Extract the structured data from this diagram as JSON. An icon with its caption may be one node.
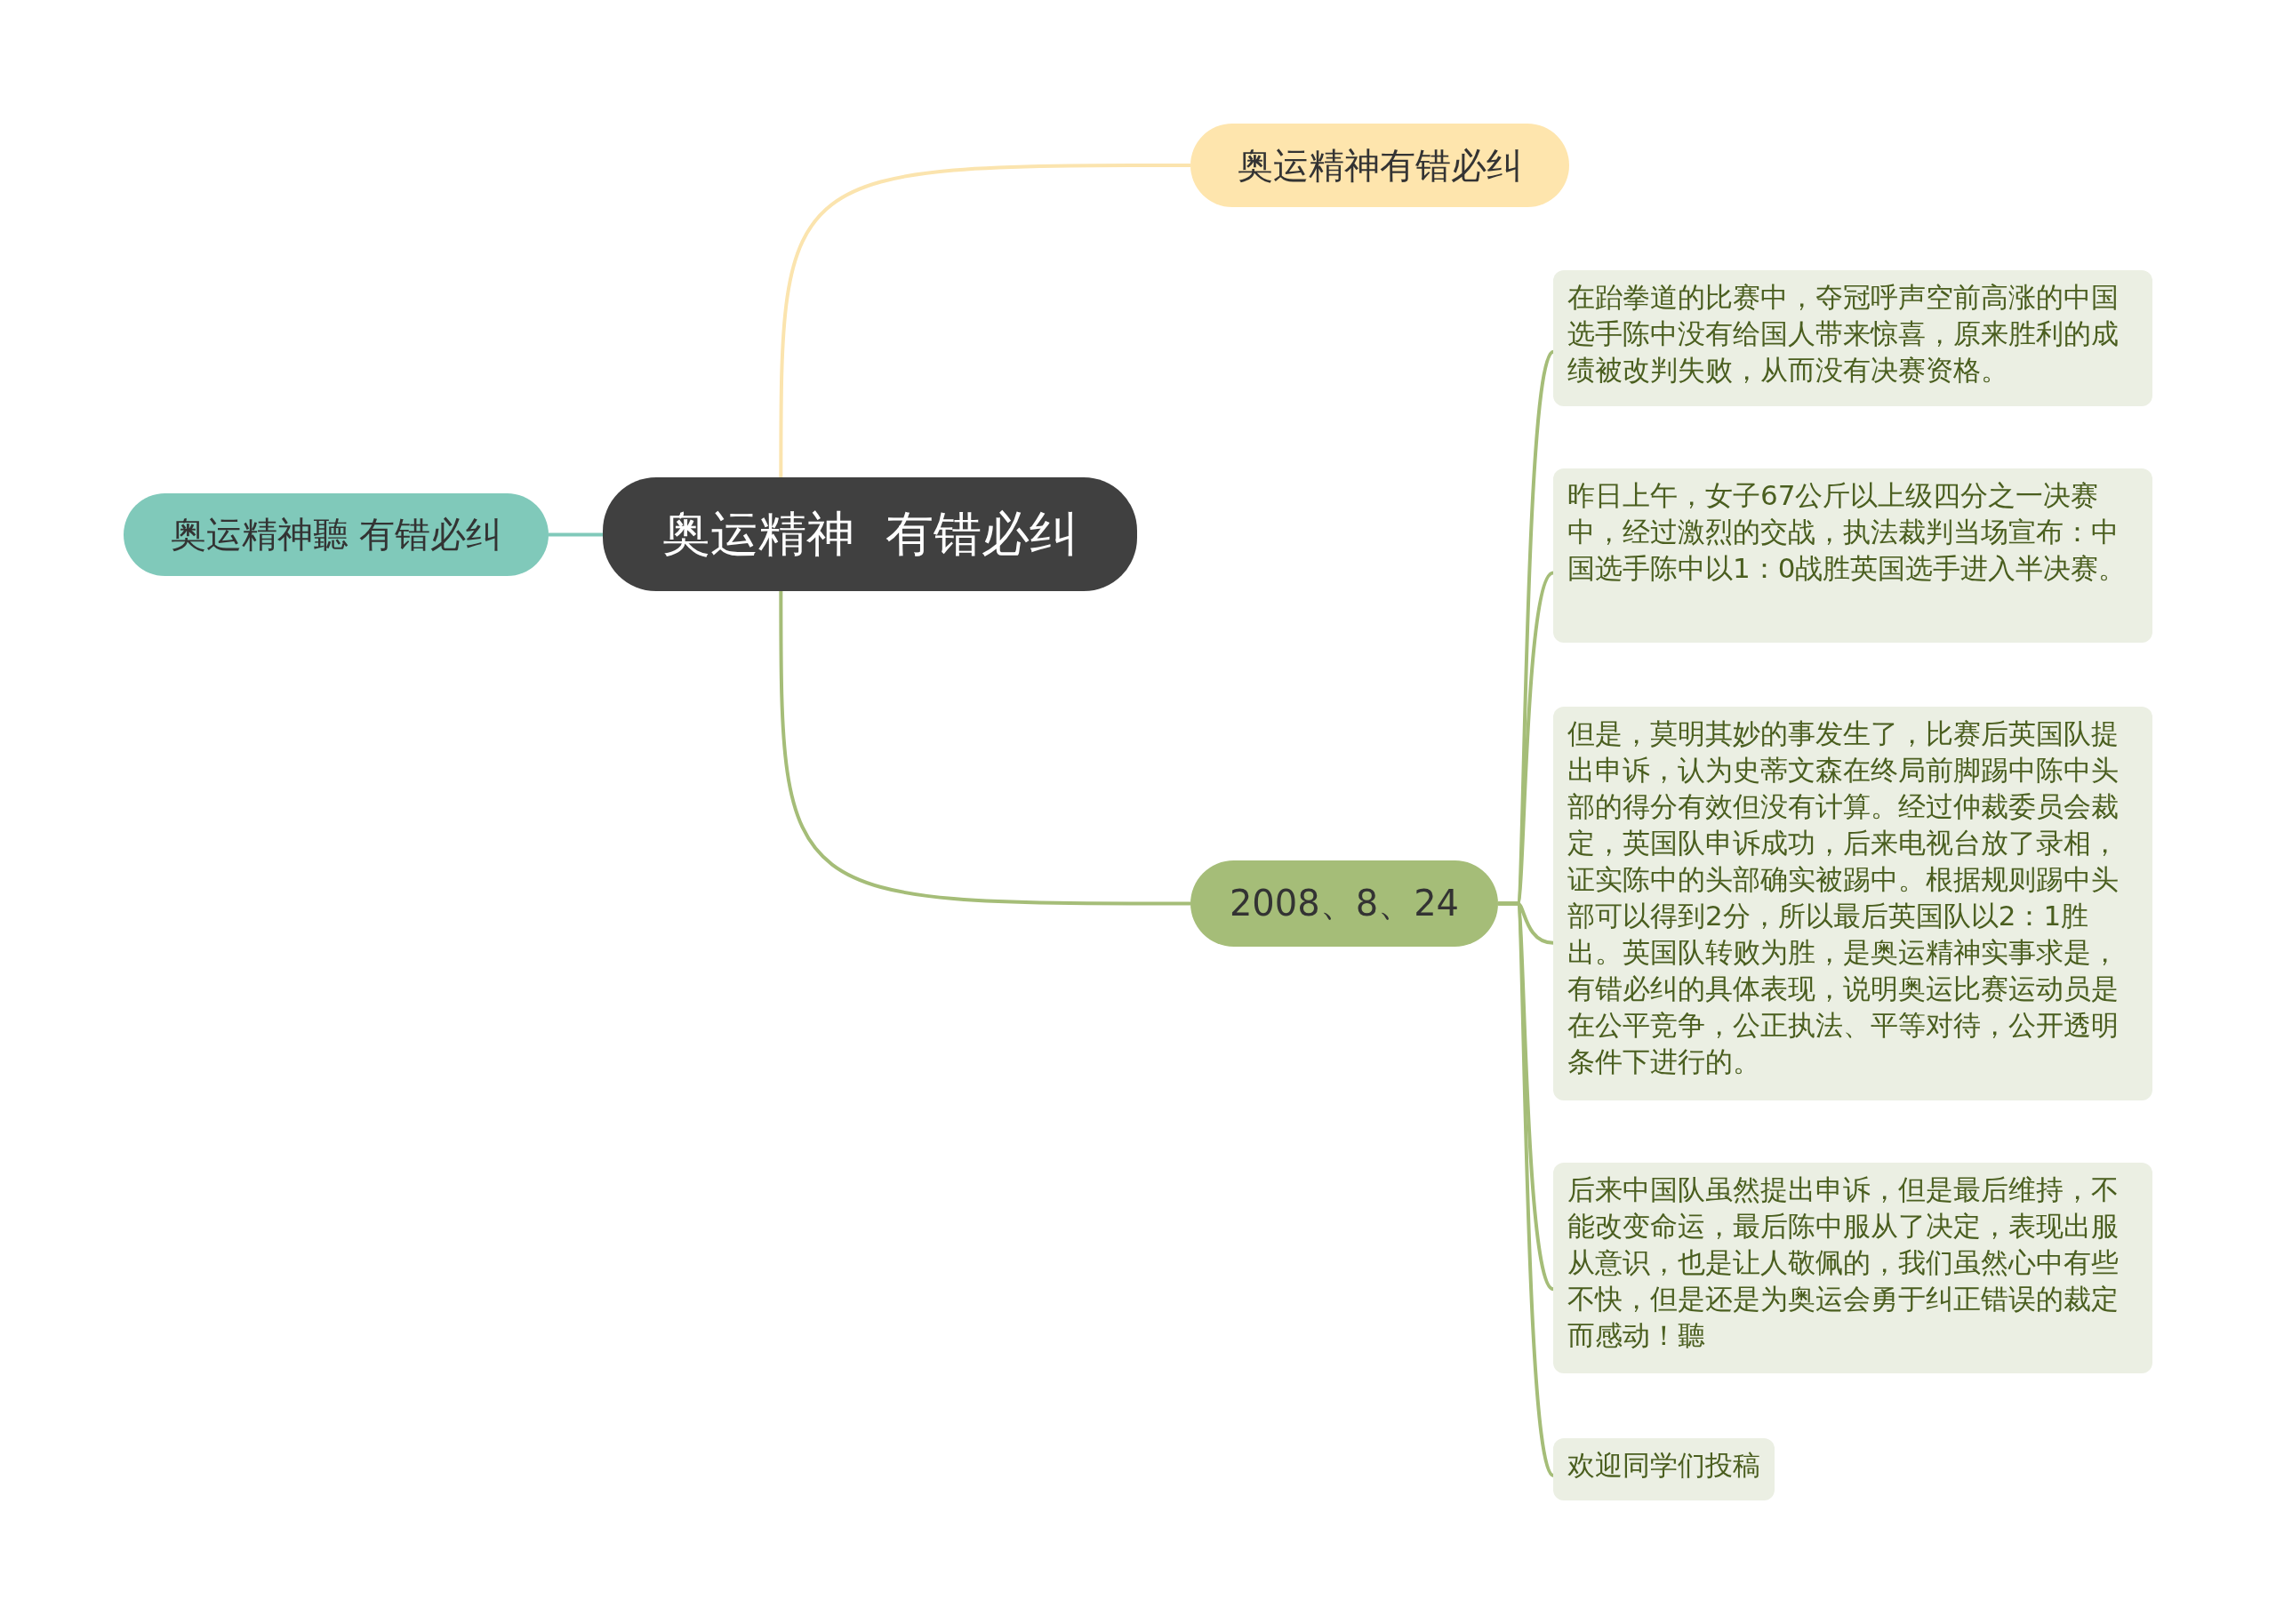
{
  "diagram": {
    "nodes": [
      {
        "text": [
          "奥运精神  有错必纠"
        ]
      },
      {
        "text": [
          "奥运精神聽 有错必纠"
        ]
      },
      {
        "text": [
          "奥运精神有错必纠"
        ]
      },
      {
        "text": [
          "2008、8、24"
        ]
      },
      {
        "text": [
          "在跆拳道的比赛中，夺冠呼声空前高涨的中国选手陈中没有给国人带来惊喜，原来胜利的成绩被改判失败，从而没有决赛资格。"
        ]
      },
      {
        "text": [
          "昨日上午，女子67公斤以上级四分之一决赛中，经过激烈的交战，执法裁判当场宣布：中国选手陈中以1：0战胜英国选手进入半决赛。"
        ]
      },
      {
        "text": [
          "但是，莫明其妙的事发生了，比赛后英国队提出申诉，认为史蒂文森在终局前脚踢中陈中头部的得分有效但没有计算。经过仲裁委员会裁定，英国队申诉成功，后来电视台放了录相，证实陈中的头部确实被踢中。根据规则踢中头部可以得到2分，所以最后英国队以2：1胜出。英国队转败为胜，是奥运精神实事求是，有错必纠的具体表现，说明奥运比赛运动员是在公平竞争，公正执法、平等对待，公开透明条件下进行的。"
        ]
      },
      {
        "text": [
          "后来中国队虽然提出申诉，但是最后维持，不能改变命运，最后陈中服从了决定，表现出服从意识，也是让人敬佩的，我们虽然心中有些不快，但是还是为奥运会勇于纠正错误的裁定而感动！聽"
        ]
      },
      {
        "text": [
          "欢迎同学们投稿"
        ]
      }
    ],
    "edges": [
      {
        "from": 0,
        "to": 1,
        "arrow": "none",
        "color": "#80c9ba"
      },
      {
        "from": 0,
        "to": 2,
        "arrow": "none",
        "color": "#fbe4ae"
      },
      {
        "from": 0,
        "to": 3,
        "arrow": "none"
      },
      {
        "from": 3,
        "to": 4,
        "arrow": "none"
      },
      {
        "from": 3,
        "to": 5,
        "arrow": "none"
      },
      {
        "from": 3,
        "to": 6,
        "arrow": "none"
      },
      {
        "from": 3,
        "to": 7,
        "arrow": "none"
      },
      {
        "from": 3,
        "to": 8,
        "arrow": "none"
      }
    ]
  }
}
